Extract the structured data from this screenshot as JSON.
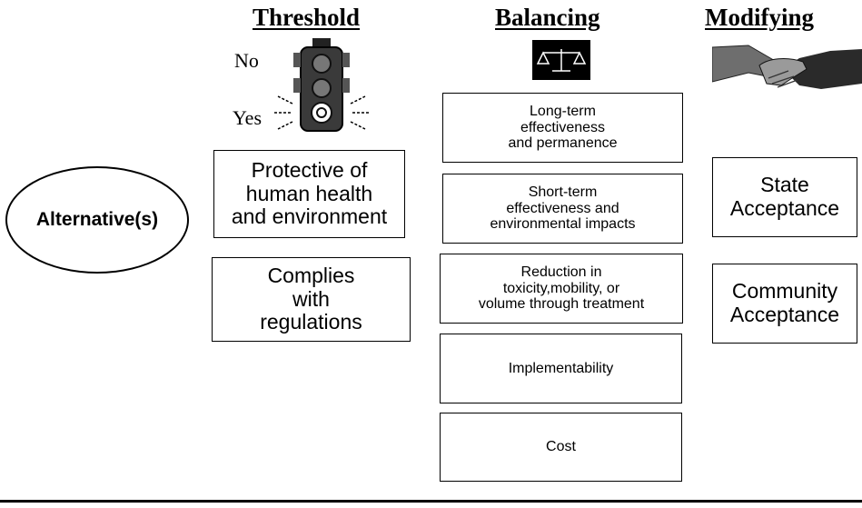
{
  "headers": {
    "threshold": "Threshold",
    "balancing": "Balancing",
    "modifying": "Modifying"
  },
  "traffic_light": {
    "no_label": "No",
    "yes_label": "Yes"
  },
  "alternative": "Alternative(s)",
  "threshold_criteria": [
    "Protective of\nhuman health\nand environment",
    "Complies\nwith\nregulations"
  ],
  "balancing_criteria": [
    "Long-term\neffectiveness\nand permanence",
    "Short-term\neffectiveness and\nenvironmental impacts",
    "Reduction in\ntoxicity,mobility, or\nvolume through treatment",
    "Implementability",
    "Cost"
  ],
  "modifying_criteria": [
    "State\nAcceptance",
    "Community\nAcceptance"
  ],
  "icons": [
    "traffic-light-icon",
    "scales-of-justice-icon",
    "handshake-icon"
  ]
}
